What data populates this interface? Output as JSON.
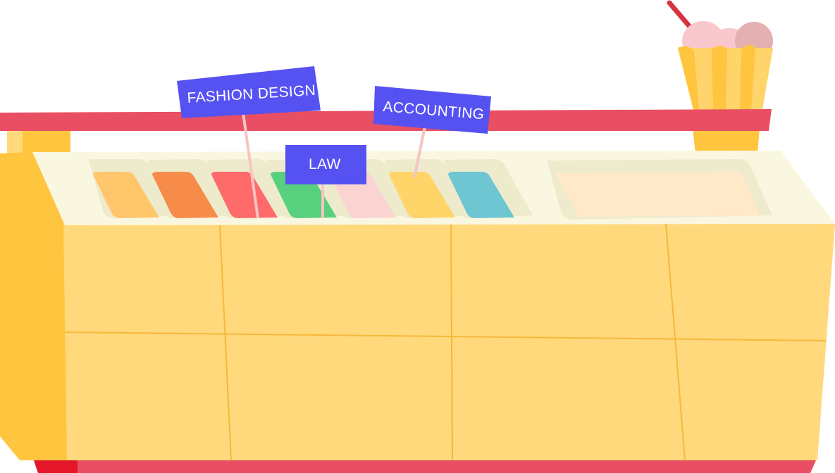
{
  "signs": {
    "fashion_design": "FASHION DESIGN",
    "law": "LAW",
    "accounting": "ACCOUNTING"
  },
  "tray_colors": [
    "#ffc66b",
    "#f78c4a",
    "#ff6a6a",
    "#59d07d",
    "#fbd3d3",
    "#ffd56a",
    "#6ec6d3"
  ],
  "palette": {
    "counter_body": "#ffd97b",
    "counter_side": "#ffc53f",
    "counter_top": "#faf7e0",
    "rail": "#e94f62",
    "sign_bg": "#5652f2",
    "sign_text": "#ffffff",
    "stick": "#f7c4c4",
    "large_tray": "#ffe9c8"
  }
}
